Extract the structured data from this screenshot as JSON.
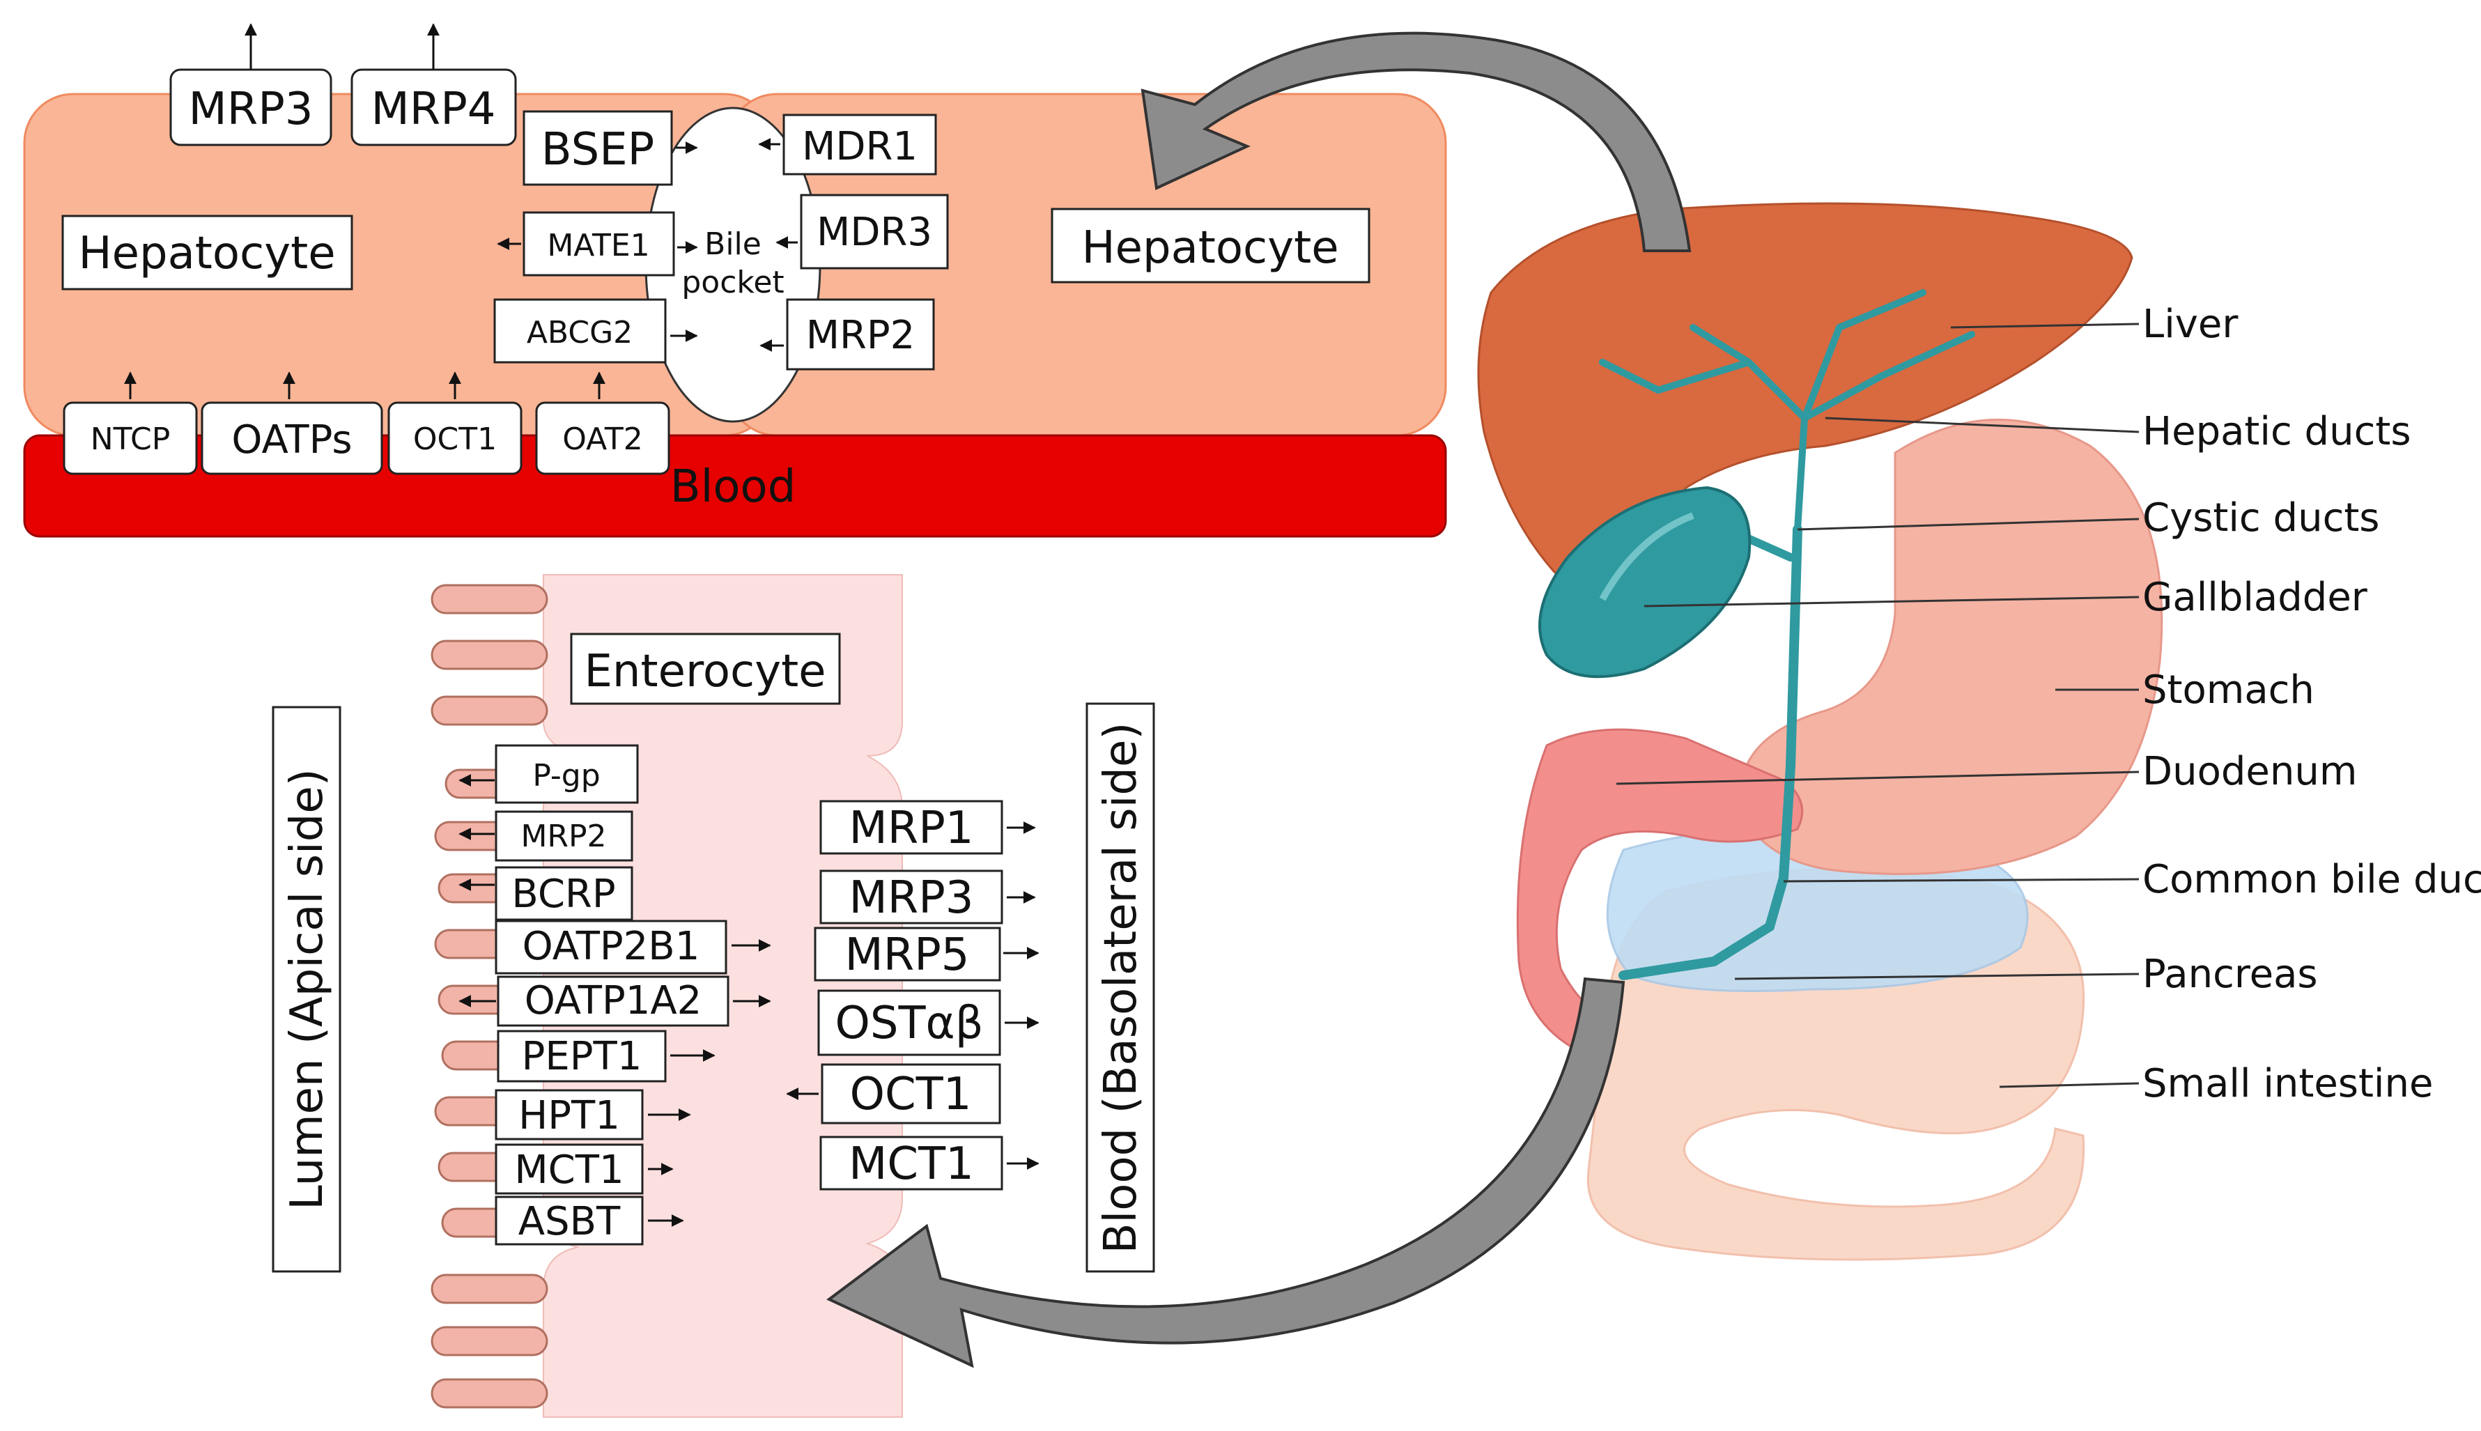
{
  "hepatocyte_panel": {
    "left_label": "Hepatocyte",
    "right_label": "Hepatocyte",
    "blood_label": "Blood",
    "bile_pocket_line1": "Bile",
    "bile_pocket_line2": "pocket",
    "transporters": {
      "mrp3": "MRP3",
      "mrp4": "MRP4",
      "bsep": "BSEP",
      "mate1": "MATE1",
      "abcg2": "ABCG2",
      "mdr1": "MDR1",
      "mdr3": "MDR3",
      "mrp2": "MRP2",
      "ntcp": "NTCP",
      "oatps": "OATPs",
      "oct1": "OCT1",
      "oat2": "OAT2"
    },
    "colors": {
      "cell": "#f9b596",
      "blood": "#e60000"
    }
  },
  "enterocyte_panel": {
    "title": "Enterocyte",
    "apical_side": "Lumen (Apical side)",
    "basolateral_side": "Blood (Basolateral side)",
    "apical_transporters": [
      "P-gp",
      "MRP2",
      "BCRP",
      "OATP2B1",
      "OATP1A2",
      "PEPT1",
      "HPT1",
      "MCT1",
      "ASBT"
    ],
    "basolateral_transporters": [
      "MRP1",
      "MRP3",
      "MRP5",
      "OSTαβ",
      "OCT1",
      "MCT1"
    ],
    "colors": {
      "cell": "#fbe0df",
      "villi": "#f2b4a8"
    }
  },
  "anatomy": {
    "labels": [
      "Liver",
      "Hepatic ducts",
      "Cystic ducts",
      "Gallbladder",
      "Stomach",
      "Duodenum",
      "Common bile duct",
      "Pancreas",
      "Small intestine"
    ],
    "colors": {
      "liver": "#d9693f",
      "gallbladder": "#2f9aa0",
      "stomach": "#f5b3a3",
      "intestine": "#f9d8c8",
      "pancreas": "#bfdcf3"
    }
  }
}
